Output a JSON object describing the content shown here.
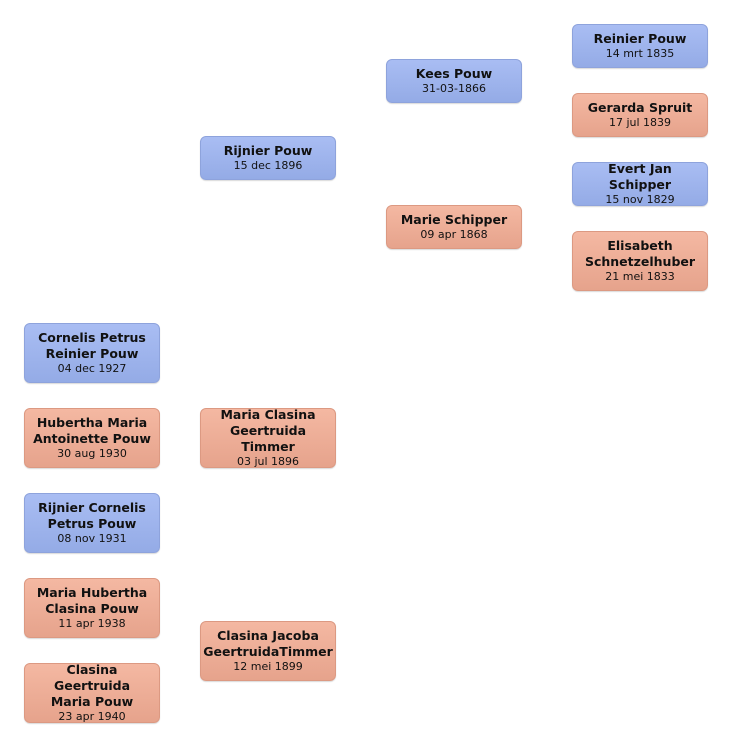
{
  "people": {
    "cornelis": {
      "name": "Cornelis Petrus\nReinier Pouw",
      "date": "04 dec 1927",
      "sex": "male"
    },
    "hubertha": {
      "name": "Hubertha Maria\nAntoinette Pouw",
      "date": "30 aug 1930",
      "sex": "female"
    },
    "rijnier_c": {
      "name": "Rijnier Cornelis\nPetrus Pouw",
      "date": "08 nov 1931",
      "sex": "male"
    },
    "maria_h": {
      "name": "Maria Hubertha\nClasina Pouw",
      "date": "11 apr 1938",
      "sex": "female"
    },
    "clasina_g": {
      "name": "Clasina Geertruida\nMaria Pouw",
      "date": "23 apr 1940",
      "sex": "female"
    },
    "rijnier": {
      "name": "Rijnier Pouw",
      "date": "15 dec 1896",
      "sex": "male"
    },
    "maria_c": {
      "name": "Maria Clasina\nGeertruida Timmer",
      "date": "03 jul 1896",
      "sex": "female"
    },
    "clasina_j": {
      "name": "Clasina Jacoba\nGeertruidaTimmer",
      "date": "12 mei 1899",
      "sex": "female"
    },
    "kees": {
      "name": "Kees Pouw",
      "date": "31-03-1866",
      "sex": "male"
    },
    "marie": {
      "name": "Marie Schipper",
      "date": "09 apr 1868",
      "sex": "female"
    },
    "reinier": {
      "name": "Reinier Pouw",
      "date": "14 mrt 1835",
      "sex": "male"
    },
    "gerarda": {
      "name": "Gerarda Spruit",
      "date": "17 jul 1839",
      "sex": "female"
    },
    "evert": {
      "name": "Evert Jan Schipper",
      "date": "15 nov 1829",
      "sex": "male"
    },
    "elisabeth": {
      "name": "Elisabeth\nSchnetzelhuber",
      "date": "21 mei 1833",
      "sex": "female"
    }
  },
  "colors": {
    "male": "#9db2ec",
    "female": "#eeae97"
  }
}
